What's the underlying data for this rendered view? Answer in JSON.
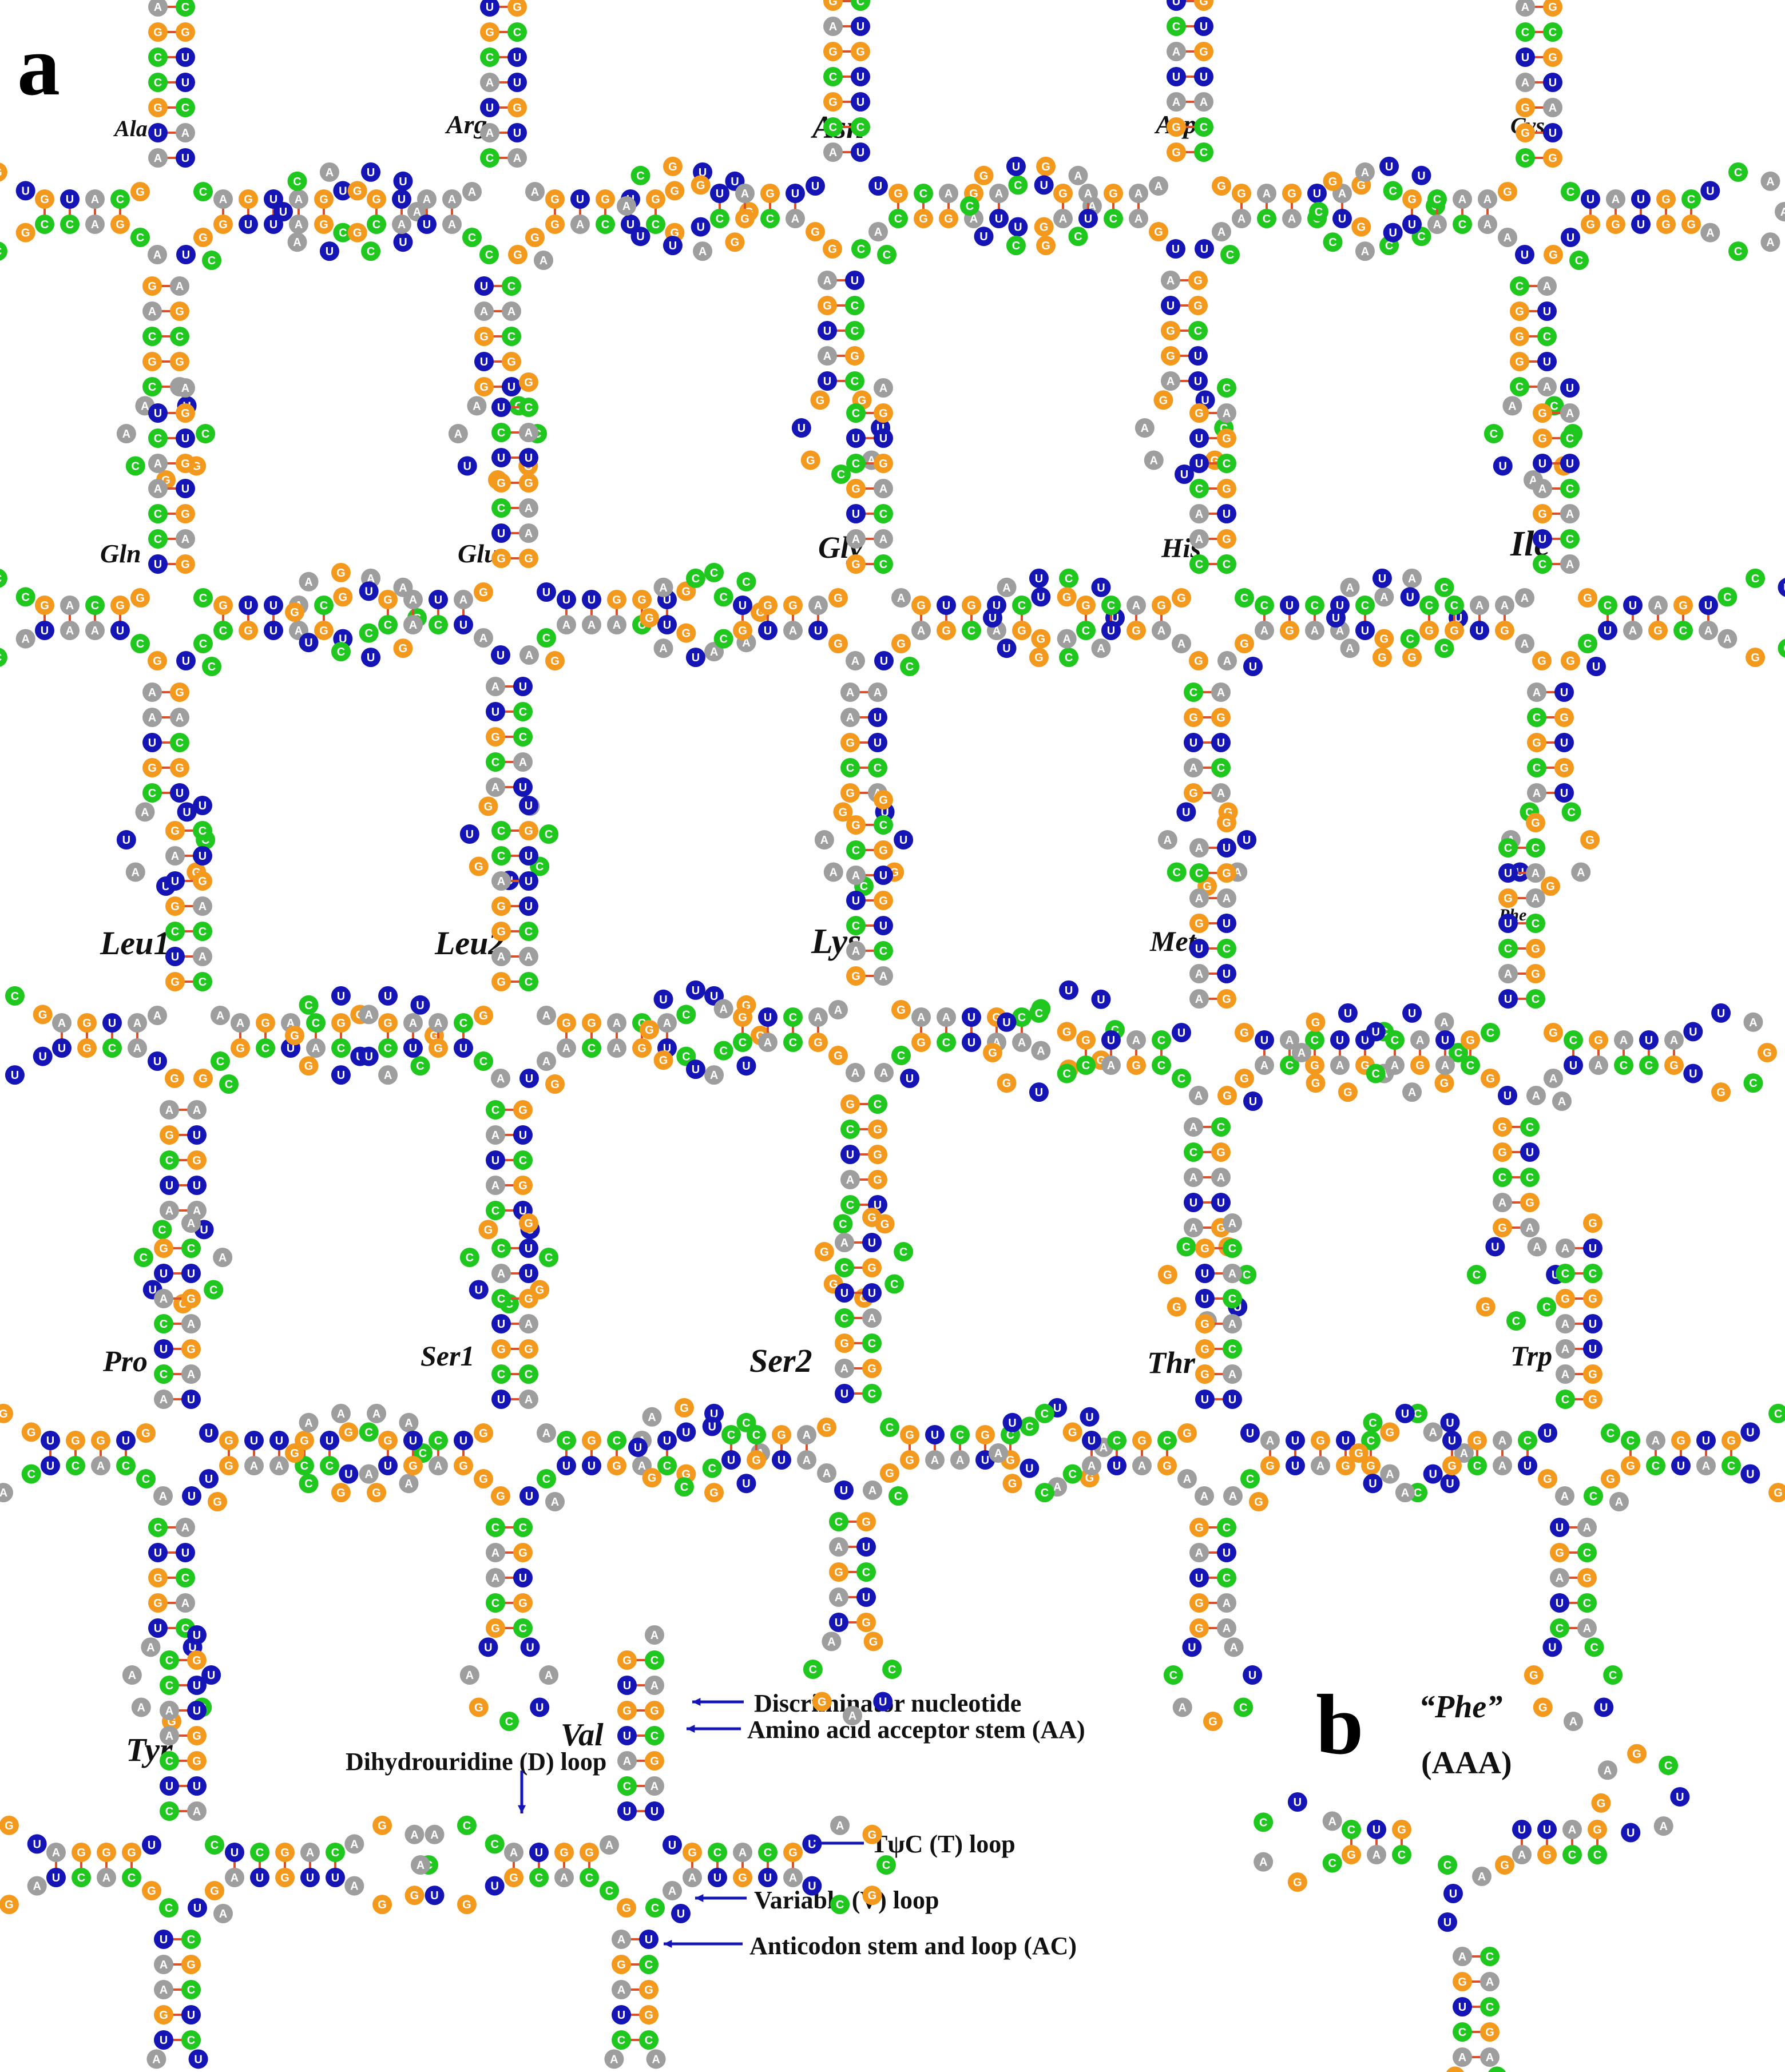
{
  "panel_a_letter": "a",
  "panel_b_letter": "b",
  "colors": {
    "A": "#9e9e9e",
    "U": "#1515b5",
    "G": "#f39a1e",
    "C": "#1fc71f",
    "pair_line": "#d9502a",
    "arrow": "#1515b5"
  },
  "trnas": [
    {
      "label": "Ala",
      "seq": "AACGGCUCUGCUAAUCGAAUCGCUGUUACGAGGUUUAAGGCCUAUUUGCCGAUCGAAGCCGGCA"
    },
    {
      "label": "Arg",
      "seq": "AUGGCCUAUUGAUCAAAAUUAGCGACUAUGGGUAGCUUGCGAGGUUGAACGCGAUCAAGCUGGUA"
    },
    {
      "label": "Asn",
      "seq": "UGCAUGGCUGUCCAUUAGCAGUCGGCAUUUGCCGAGGAAUUGCAAGCUUGAGCCAUGCUCAGUCG"
    },
    {
      "label": "Asp",
      "seq": "AUGCUAGUUAAGCGCAAGCAUGAUUGCUCGGAACGAUCAUGCCCUUGAGGAUUCAGUGGCGUAUGA"
    },
    {
      "label": "Cys",
      "seq": "UAGCCUGAUGAGUCGAAACCAGUCAGCCAUUGAGUUGGCGACAAACUGCAUUGCCAGUGCGUCAAC"
    },
    {
      "label": "Gln",
      "seq": "AUGCUAGAUCGCAUGGUCAAAGUCCUGACAGCUGUUAACGUUGCAAGGCCCGUCAGAAUCGGCUAU"
    },
    {
      "label": "Glu",
      "seq": "GUCCAUUGGCAUAGGAUUCAAGCUGAGUCCUAUAGAGCUUGAAGCCGGUACUAGAUUCGCCAAUGU"
    },
    {
      "label": "Gly",
      "seq": "ACGUUCGGAUCAAGCAUGAGUUGCCAGAUCGAUGGCUACGGCAUUCUGAGGAUCAAAUGUCCGAGA"
    },
    {
      "label": "His",
      "seq": "CGAUGUCCGAUAGCCGAAGCUGCGUAUUGACAUGCAUACUGGCUCAAGCAGGAUCAGGUUACGAUA"
    },
    {
      "label": "Ile",
      "seq": "UGAGCUUACGAUCCAAGAUCGCGUUAUAGCCUUAAGGCUAAGCGUCCAGACGGUAUCGGUCGAUCA"
    },
    {
      "label": "Leu1",
      "seq": "UGCAUUGGACCUAGCAAUCGGAUGCCUAUUAGGCAUCAGCUACGUUGAAUCGGCAAGUCGUUAACC"
    },
    {
      "label": "Leu2",
      "seq": "UCGCUAUGUGCAAGCCUAGAUGCAUCGGUUGAGCAACGAUCAUGGUCGACAAUGCGAUUCAGCUGC"
    },
    {
      "label": "Lys",
      "seq": "GGCCGAUUGCUACGAAGCCUAGCAUUGGUCAGACUUGACAAGGCUUCAGGCAAUGCCGUGAGCUCG"
    },
    {
      "label": "Met",
      "seq": "GAUCGAAGUUCAUAGCCAGUAGCGCUGGUCUAACCGUAUGAAGCAUCUGCGAGUACCGAAUUAGCG"
    },
    {
      "label": "Phe",
      "seq": "GCCUAGAUCCGAGUCGCUAAGCAUUGAGGCCUGAACUCAGUGCGAUUCGGAUAAGCGUCCAGGAUC"
    },
    {
      "label": "Pro",
      "seq": "AGCUUAGCAUGCAAUUCGAGCUUGGAUCACGGUAUAGCUCUGACAAGGUCUAUGCAUUGCGAUCAA"
    },
    {
      "label": "Ser1",
      "seq": "GCUAUCGUAGGCCUAUGCAUGGUCAAGCGACUGUCGAAUCGGUACUUGAGCGUACCAGAUCGGCUA"
    },
    {
      "label": "Ser2",
      "seq": "GAUCGUUCAGCAGUCAAGUCGCUUGAUGCCGGUACAGUCGUAGAUUCGCAGUACCGAUGCAUUGAC"
    },
    {
      "label": "Thr",
      "seq": "AGCUAUCGAGCGAUUCGGACUUAGCUAGCCAGUUGAUGCGACUAUCGGUACAAGGCAUUCGAGAUC"
    },
    {
      "label": "Trp",
      "seq": "GAUCCGGAUAUAGCGCUAAGCUGAUCGUAUCGACGUUAGCUGAAGCUUCGGACAUAGCAGUCCAUG"
    },
    {
      "label": "Tyr",
      "seq": "UCGCUAUAGCGUUCAGCGAGCAUUGACCGAUACUGGAUCUAGGCAGAUCGGCUAUCAGACGUUCAG"
    },
    {
      "label": "Val",
      "seq": "AGCUAGGUCAGCAUUGCGAUCAGCCAAUGUGACUAGCUGAUCGCGAUAUCAGCUAUGCAGUGCCAU"
    }
  ],
  "val_annotations": [
    {
      "text": "Discriminator nucleotide"
    },
    {
      "text": "Amino acid acceptor stem (AA)"
    },
    {
      "text": "Dihydrouridine (D) loop"
    },
    {
      "text": "TψC (T) loop"
    },
    {
      "text": "Variable (V) loop"
    },
    {
      "text": "Anticodon stem and loop (AC)"
    }
  ],
  "panel_b": {
    "title": "“Phe”",
    "anticodon": "(AAA)",
    "seq": "GCUACGAUCAGCUAUGACGCUAUCGAGCUAGUACGAUCCGAAGCUAUGCAGCUAGCCAUGCAUAGCAGC"
  }
}
